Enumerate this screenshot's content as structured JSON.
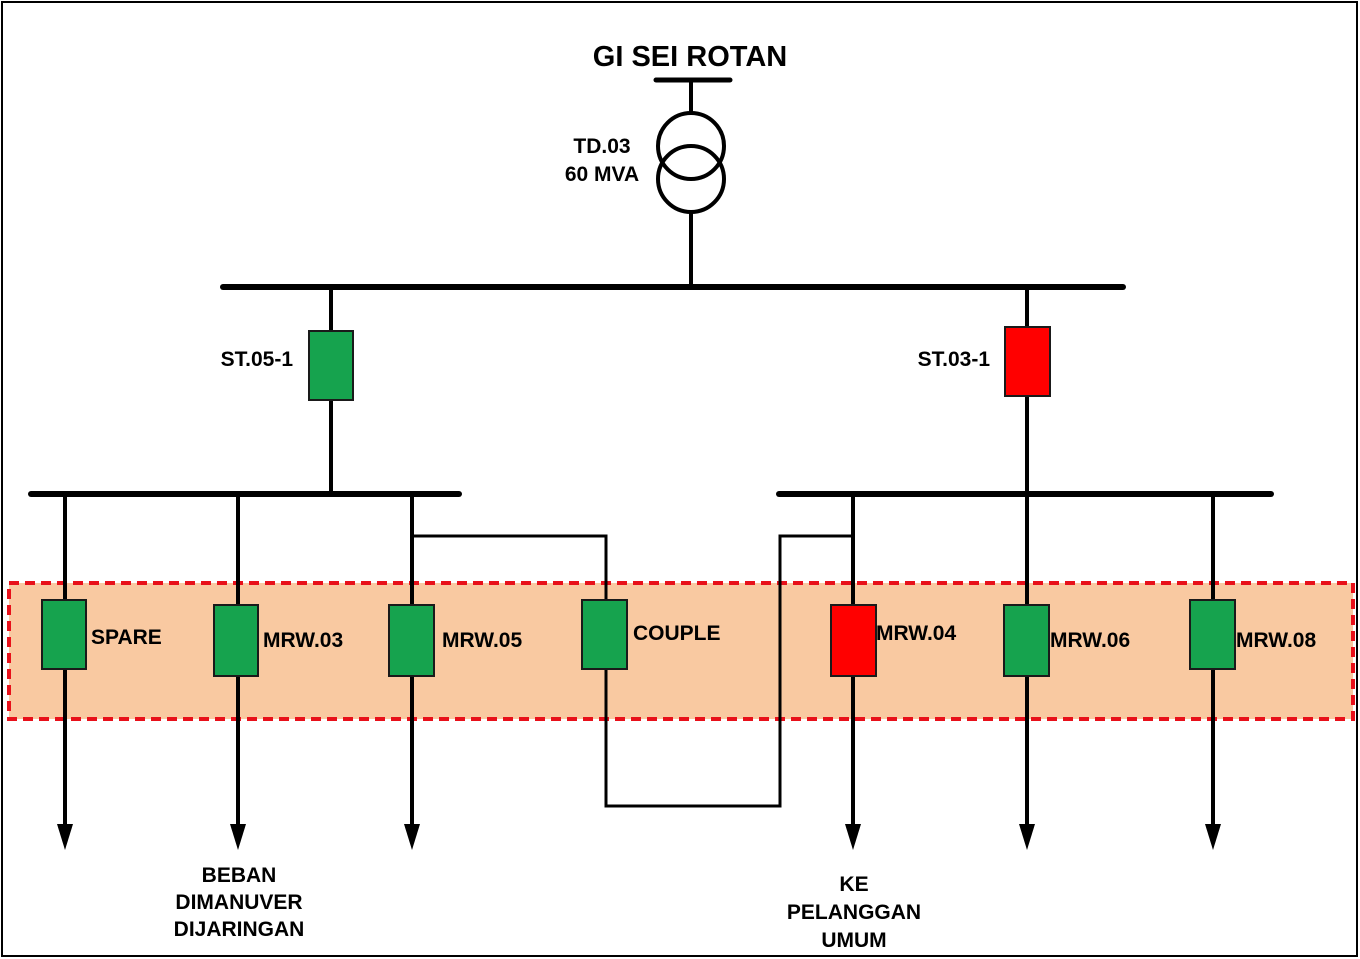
{
  "substation": {
    "title": "GI SEI ROTAN"
  },
  "transformer": {
    "name": "TD.03",
    "rating": "60 MVA"
  },
  "incomers": [
    {
      "id": "st-05-1",
      "label": "ST.05-1",
      "status": "closed"
    },
    {
      "id": "st-03-1",
      "label": "ST.03-1",
      "status": "open"
    }
  ],
  "feeders": [
    {
      "id": "spare",
      "label": "SPARE",
      "status": "closed"
    },
    {
      "id": "mrw-03",
      "label": "MRW.03",
      "status": "closed"
    },
    {
      "id": "mrw-05",
      "label": "MRW.05",
      "status": "closed"
    },
    {
      "id": "couple",
      "label": "COUPLE",
      "status": "closed"
    },
    {
      "id": "mrw-04",
      "label": "MRW.04",
      "status": "open"
    },
    {
      "id": "mrw-06",
      "label": "MRW.06",
      "status": "closed"
    },
    {
      "id": "mrw-08",
      "label": "MRW.08",
      "status": "closed"
    }
  ],
  "notes": {
    "left": [
      "BEBAN",
      "DIMANUVER",
      "DIJARINGAN"
    ],
    "right": [
      "KE",
      "PELANGGAN",
      "UMUM"
    ]
  },
  "colors": {
    "closed": "#16a34e",
    "open": "#ff0000",
    "highlight_fill": "#f9c9a1",
    "highlight_border": "#e8101a",
    "line": "#000000"
  }
}
